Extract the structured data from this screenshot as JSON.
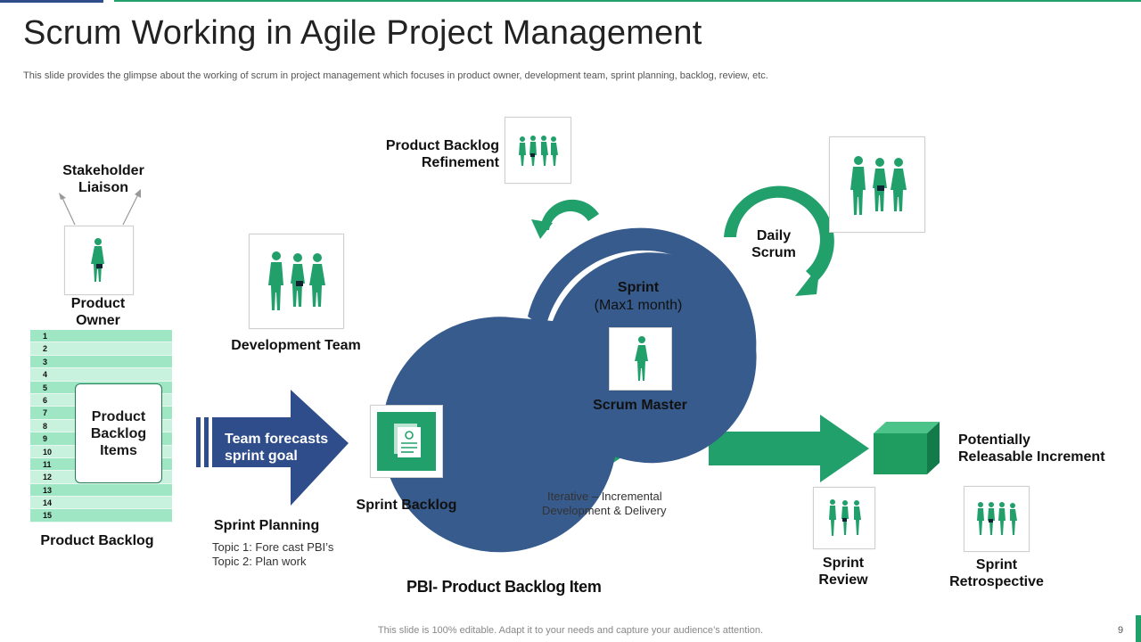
{
  "slide": {
    "title": "Scrum Working in Agile Project Management",
    "subtitle": "This slide provides the glimpse about the working of scrum in project management which focuses in product owner, development team, sprint planning, backlog, review, etc.",
    "footer": "This slide is 100% editable. Adapt it to your needs and capture your audience’s attention.",
    "page_number": "9"
  },
  "colors": {
    "green": "#22a06b",
    "navy": "#365b8c",
    "light_green": "#9ee6c4"
  },
  "labels": {
    "stakeholder": "Stakeholder\nLiaison",
    "product_owner": "Product\nOwner",
    "development_team": "Development Team",
    "product_backlog_refinement": "Product Backlog\nRefinement",
    "daily_scrum": "Daily\nScrum",
    "sprint": "Sprint",
    "sprint_duration": "(Max1 month)",
    "scrum_master": "Scrum Master",
    "team_forecasts": "Team forecasts\nsprint goal",
    "sprint_backlog": "Sprint Backlog",
    "sprint_planning": "Sprint Planning",
    "topic1": "Topic 1: Fore cast PBI’s",
    "topic2": "Topic 2: Plan work",
    "iterative": "Iterative – Incremental",
    "development_delivery": "Development & Delivery",
    "potentially": "Potentially\nReleasable Increment",
    "sprint_review": "Sprint\nReview",
    "sprint_retrospective": "Sprint\nRetrospective",
    "product_backlog": "Product Backlog",
    "pbi_items": "Product\nBacklog\nItems",
    "legend": "PBI- Product Backlog Item"
  },
  "backlog_rows": [
    "1",
    "2",
    "3",
    "4",
    "5",
    "6",
    "7",
    "8",
    "9",
    "10",
    "11",
    "12",
    "13",
    "14",
    "15"
  ],
  "icons": {
    "product_owner": "businesswoman-icon",
    "dev_team": "team-icon",
    "refinement": "team-icon",
    "daily_scrum": "team-icon",
    "scrum_master": "person-icon",
    "sprint_backlog": "documents-icon",
    "sprint_review": "team-icon",
    "sprint_retrospective": "team-icon",
    "increment": "cube-icon"
  }
}
